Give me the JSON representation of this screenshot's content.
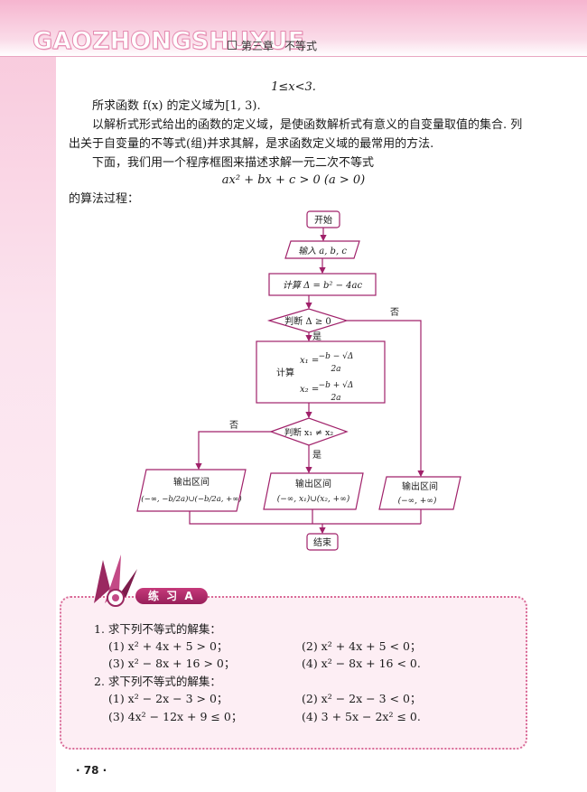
{
  "header": {
    "logo_text": "GAOZHONGSHUXUE",
    "chapter": "第三章",
    "chapter_title": "不等式",
    "accent_color": "#e58ab0"
  },
  "body": {
    "line1": "1≤x<3.",
    "para1": "所求函数 f(x) 的定义域为[1, 3).",
    "para2a": "以解析式形式给出的函数的定义域，是使函数解析式有意义的自变量取值的集合. 列",
    "para2b": "出关于自变量的不等式(组)并求其解，是求函数定义域的最常用的方法.",
    "para3": "下面，我们用一个程序框图来描述求解一元二次不等式",
    "formula": "ax² + bx + c > 0 (a > 0)",
    "para4": "的算法过程："
  },
  "flowchart": {
    "start": "开始",
    "input": "输入 a, b, c",
    "compute_delta": "计算 Δ = b² − 4ac",
    "decide_delta": "判断 Δ ≥ 0",
    "yes": "是",
    "no": "否",
    "compute_label": "计算",
    "x1_lhs": "x₁ =",
    "x1_num": "−b − √Δ",
    "x2_lhs": "x₂ =",
    "x2_num": "−b + √Δ",
    "den": "2a",
    "decide_x": "判断 x₁ ≠ x₂",
    "yes2": "是",
    "no2": "否",
    "output_label": "输出区间",
    "out_left": "(−∞, −b/2a)∪(−b/2a, +∞)",
    "out_mid": "(−∞, x₁)∪(x₂, +∞)",
    "out_right": "(−∞, +∞)",
    "end": "结束",
    "stroke_color": "#a0216a"
  },
  "exercise": {
    "title": "练 习 A",
    "q1": "1. 求下列不等式的解集：",
    "q1_1": "(1) x² + 4x + 5 > 0；",
    "q1_2": "(2) x² + 4x + 5 < 0；",
    "q1_3": "(3) x² − 8x + 16 > 0；",
    "q1_4": "(4) x² − 8x + 16 < 0.",
    "q2": "2. 求下列不等式的解集：",
    "q2_1": "(1) x² − 2x − 3 > 0；",
    "q2_2": "(2) x² − 2x − 3 < 0；",
    "q2_3": "(3) 4x² − 12x + 9 ≤ 0；",
    "q2_4": "(4) 3 + 5x − 2x² ≤ 0."
  },
  "footer": {
    "page_number": "· 78 ·"
  }
}
